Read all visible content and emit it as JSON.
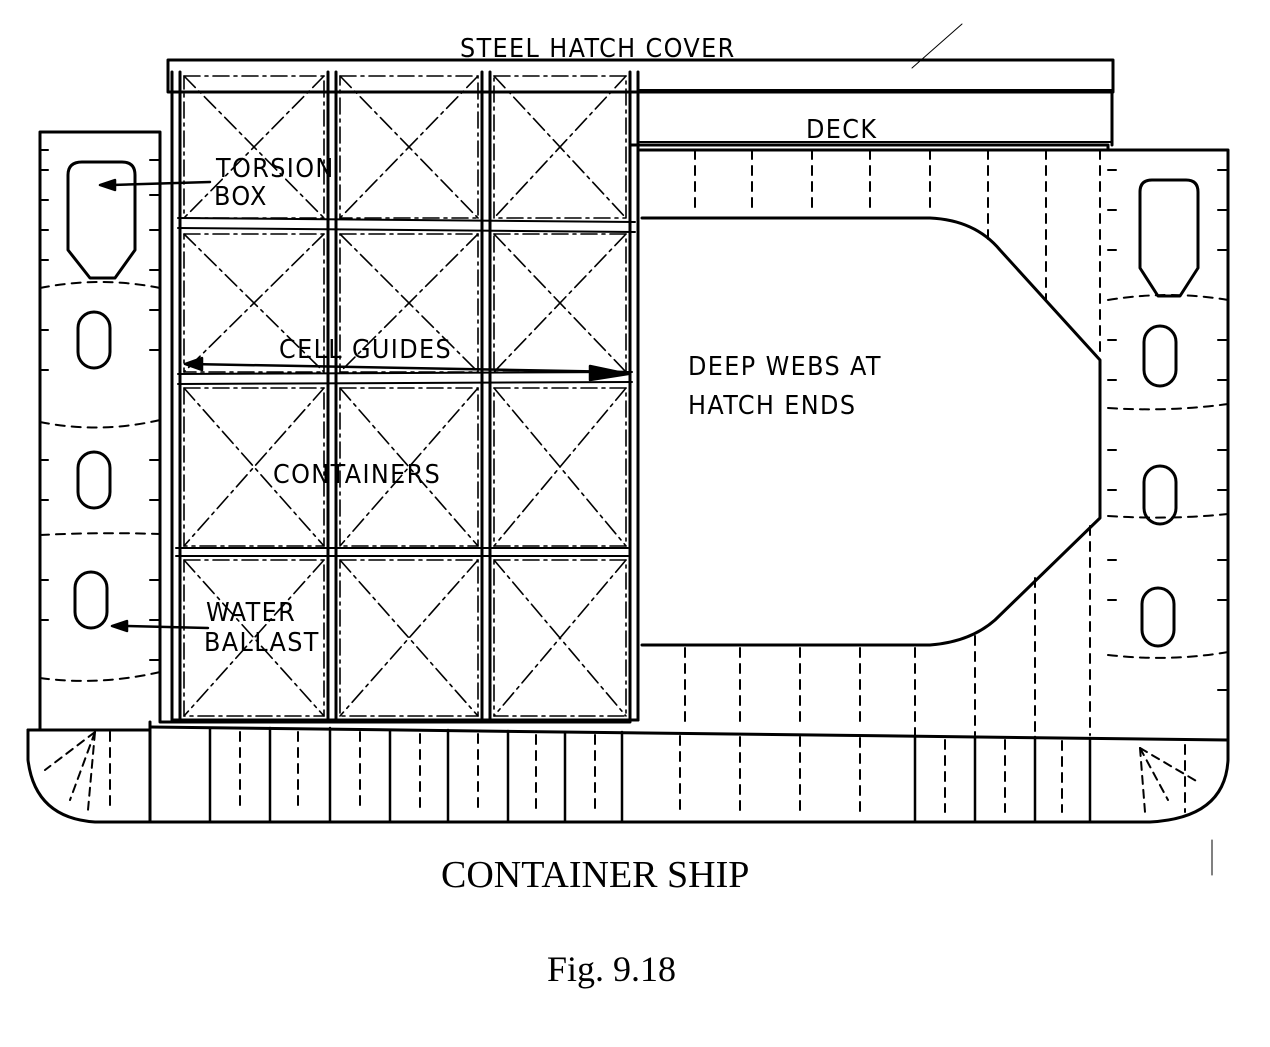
{
  "labels": {
    "steel_hatch_cover": "STEEL HATCH COVER",
    "deck": "DECK",
    "torsion_box_line1": "TORSION",
    "torsion_box_line2": "BOX",
    "cell_guides": "CELL GUIDES",
    "deep_webs_line1": "DEEP WEBS AT",
    "deep_webs_line2": "HATCH ENDS",
    "containers": "CONTAINERS",
    "water_ballast_line1": "WATER",
    "water_ballast_line2": "BALLAST"
  },
  "caption": {
    "title": "CONTAINER SHIP",
    "figure": "Fig. 9.18"
  },
  "colors": {
    "ink": "#000000",
    "paper": "#ffffff"
  }
}
